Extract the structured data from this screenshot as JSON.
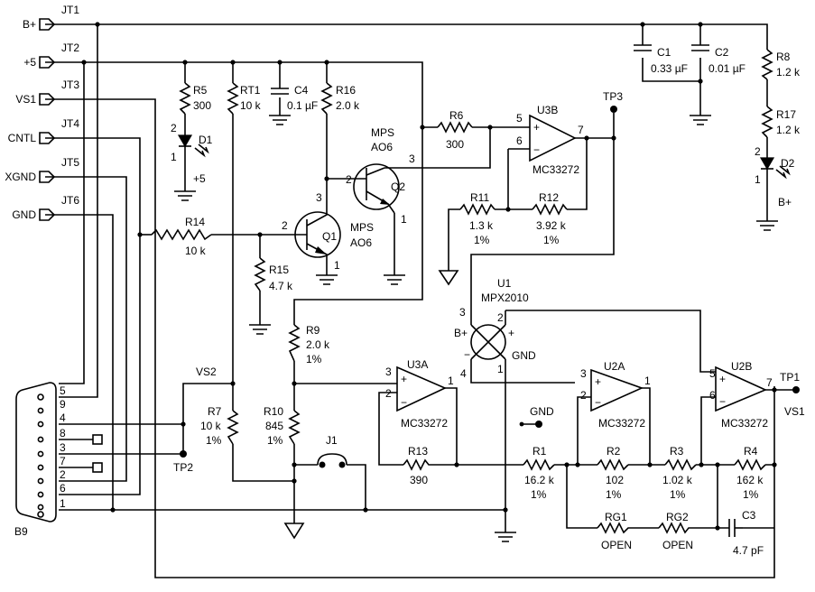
{
  "connectors": [
    {
      "ref": "JT1",
      "label": "B+"
    },
    {
      "ref": "JT2",
      "label": "+5"
    },
    {
      "ref": "JT3",
      "label": "VS1"
    },
    {
      "ref": "JT4",
      "label": "CNTL"
    },
    {
      "ref": "JT5",
      "label": "XGND"
    },
    {
      "ref": "JT6",
      "label": "GND"
    }
  ],
  "db9": {
    "ref": "B9",
    "pins": [
      "5",
      "9",
      "4",
      "8",
      "3",
      "7",
      "2",
      "6",
      "1"
    ]
  },
  "components": {
    "C1": {
      "ref": "C1",
      "value": "0.33 µF"
    },
    "C2": {
      "ref": "C2",
      "value": "0.01 µF"
    },
    "R8": {
      "ref": "R8",
      "value": "1.2 k"
    },
    "R17": {
      "ref": "R17",
      "value": "1.2 k"
    },
    "D2": {
      "ref": "D2",
      "label": "B+",
      "pin_a": "2",
      "pin_k": "1"
    },
    "R5": {
      "ref": "R5",
      "value": "300"
    },
    "D1": {
      "ref": "D1",
      "label": "+5",
      "pin_a": "2",
      "pin_k": "1"
    },
    "RT1": {
      "ref": "RT1",
      "value": "10 k"
    },
    "C4": {
      "ref": "C4",
      "value": "0.1 µF"
    },
    "R16": {
      "ref": "R16",
      "value": "2.0 k"
    },
    "R6": {
      "ref": "R6",
      "value": "300"
    },
    "U3B": {
      "ref": "U3B",
      "part": "MC33272",
      "pin_p": "5",
      "pin_n": "6",
      "pin_o": "7"
    },
    "TP3": {
      "ref": "TP3"
    },
    "Q2": {
      "ref": "Q2",
      "part_line1": "MPS",
      "part_line2": "AO6",
      "pin_b": "2",
      "pin_c": "3",
      "pin_e": "1"
    },
    "Q1": {
      "ref": "Q1",
      "part_line1": "MPS",
      "part_line2": "AO6",
      "pin_b": "2",
      "pin_c": "3",
      "pin_e": "1"
    },
    "R11": {
      "ref": "R11",
      "value": "1.3 k",
      "tol": "1%"
    },
    "R12": {
      "ref": "R12",
      "value": "3.92 k",
      "tol": "1%"
    },
    "R14": {
      "ref": "R14",
      "value": "10 k"
    },
    "R15": {
      "ref": "R15",
      "value": "4.7 k"
    },
    "U1": {
      "ref": "U1",
      "part": "MPX2010",
      "pin3": "3",
      "pin2": "2",
      "pin4": "4",
      "pin1": "1",
      "label_bplus": "B+",
      "label_gnd": "GND",
      "minus": "−",
      "plus": "+"
    },
    "R9": {
      "ref": "R9",
      "value": "2.0 k",
      "tol": "1%"
    },
    "VS2": {
      "ref": "VS2"
    },
    "U3A": {
      "ref": "U3A",
      "part": "MC33272",
      "pin_p": "3",
      "pin_n": "2",
      "pin_o": "1"
    },
    "U2A": {
      "ref": "U2A",
      "part": "MC33272",
      "pin_p": "3",
      "pin_n": "2",
      "pin_o": "1"
    },
    "U2B": {
      "ref": "U2B",
      "part": "MC33272",
      "pin_p": "5",
      "pin_n": "6",
      "pin_o": "7"
    },
    "TP1": {
      "ref": "TP1",
      "label": "VS1"
    },
    "R7": {
      "ref": "R7",
      "value": "10 k",
      "tol": "1%"
    },
    "R10": {
      "ref": "R10",
      "value": "845",
      "tol": "1%"
    },
    "J1": {
      "ref": "J1"
    },
    "GND_TP": {
      "label": "GND"
    },
    "TP2": {
      "ref": "TP2"
    },
    "R13": {
      "ref": "R13",
      "value": "390"
    },
    "R1": {
      "ref": "R1",
      "value": "16.2 k",
      "tol": "1%"
    },
    "R2": {
      "ref": "R2",
      "value": "102",
      "tol": "1%"
    },
    "R3": {
      "ref": "R3",
      "value": "1.02 k",
      "tol": "1%"
    },
    "R4": {
      "ref": "R4",
      "value": "162 k",
      "tol": "1%"
    },
    "RG1": {
      "ref": "RG1",
      "value": "OPEN"
    },
    "RG2": {
      "ref": "RG2",
      "value": "OPEN"
    },
    "C3": {
      "ref": "C3",
      "value": "4.7 pF"
    }
  },
  "op_signs": {
    "plus": "+",
    "minus": "−"
  }
}
